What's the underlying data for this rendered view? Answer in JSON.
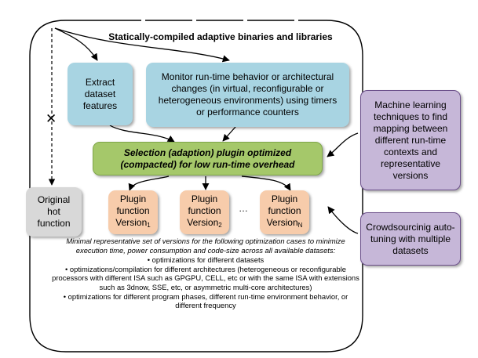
{
  "title": "Statically-compiled adaptive binaries and libraries",
  "nodes": {
    "extract": "Extract\ndataset\nfeatures",
    "monitor": "Monitor run-time behavior or architectural\nchanges  (in virtual, reconfigurable or\nheterogeneous environments)  using timers\nor performance counters",
    "selection": "Selection (adaption) plugin optimized\n(compacted) for low run-time overhead",
    "original": "Original\nhot\nfunction",
    "ml": "Machine learning\ntechniques to find\nmapping between\ndifferent run-time\ncontexts and\nrepresentative\nversions",
    "crowd": "Crowdsourcinig auto-\ntuning  with multiple\ndatasets"
  },
  "plugins": [
    {
      "text": "Plugin\nfunction\nVersion",
      "sub": "1"
    },
    {
      "text": "Plugin\nfunction\nVersion",
      "sub": "2"
    },
    {
      "text": "Plugin\nfunction\nVersion",
      "sub": "N"
    }
  ],
  "ellipsis": "…",
  "cross_mark": "✕",
  "notes": {
    "intro": "Minimal representative set of versions for the following optimization cases to minimize execution time, power consumption and code-size across all available datasets:",
    "bullets": [
      "• optimizations for different datasets",
      "• optimizations/compilation for different architectures (heterogeneous or reconfigurable processors with different ISA such as GPGPU, CELL, etc or with the same ISA with extensions such as 3dnow, SSE, etc, or asymmetric multi-core architectures)",
      "• optimizations for different program phases, different  run-time environment behavior, or different frequency"
    ]
  }
}
